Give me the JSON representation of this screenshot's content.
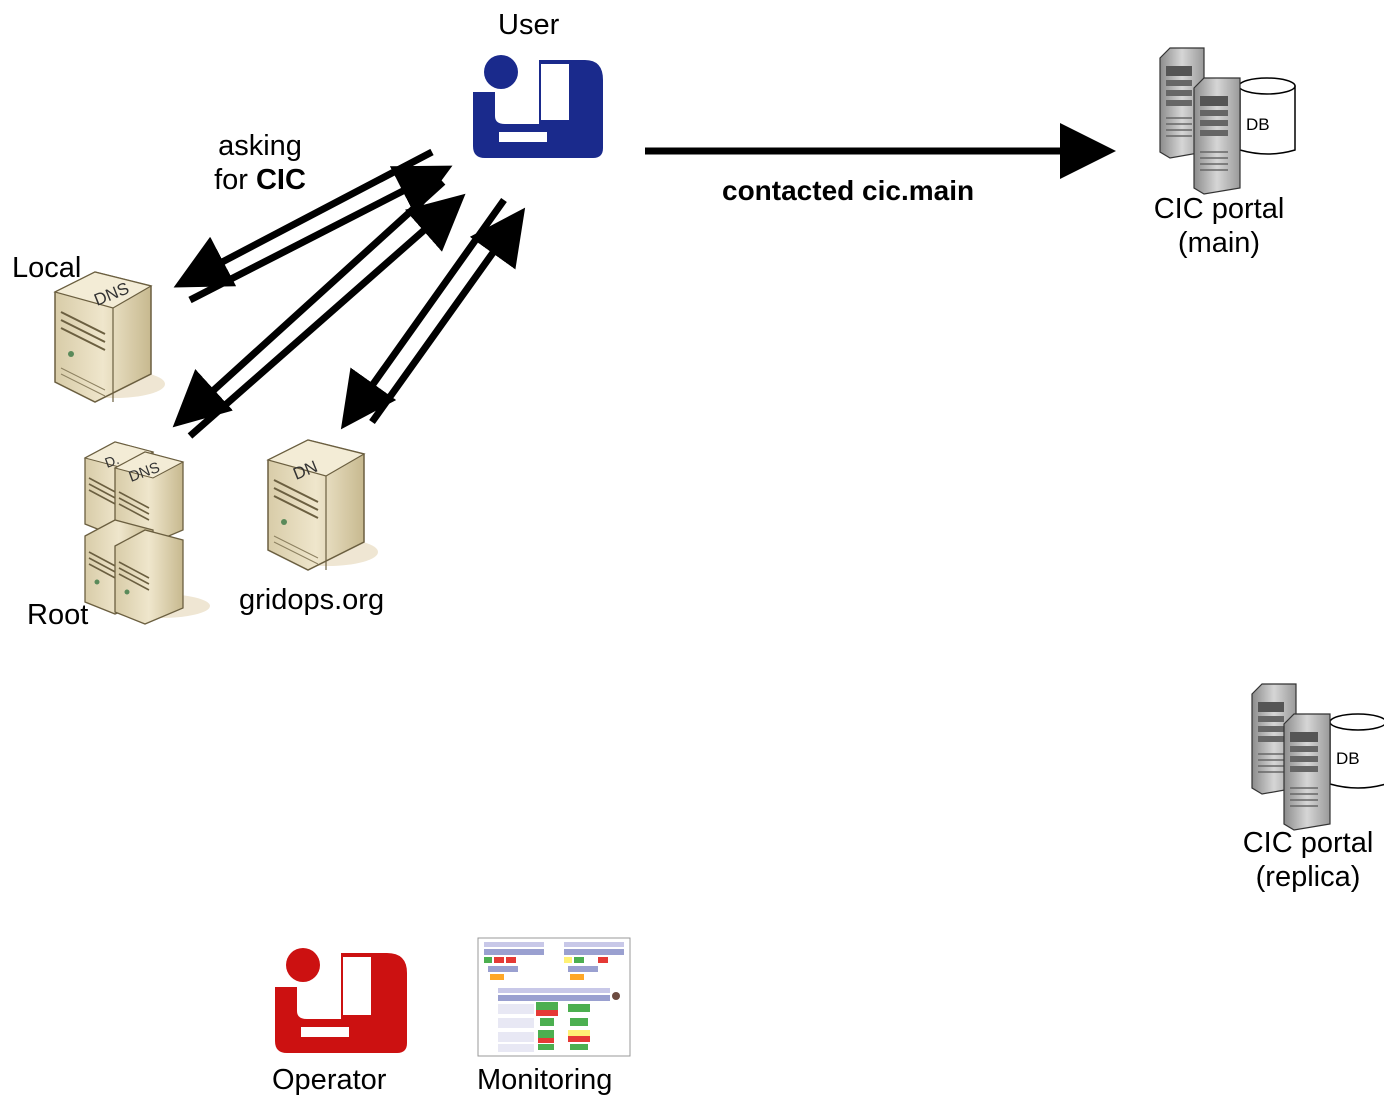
{
  "labels": {
    "user": "User",
    "asking_line1": "asking",
    "asking_for": "for ",
    "asking_cic": "CIC",
    "contacted": "contacted cic.main",
    "local": "Local",
    "root": "Root",
    "gridops": "gridops.org",
    "portal_main_line1": "CIC portal",
    "portal_main_line2": "(main)",
    "portal_replica_line1": "CIC portal",
    "portal_replica_line2": "(replica)",
    "operator": "Operator",
    "monitoring": "Monitoring"
  },
  "icon_text": {
    "dns": "DNS",
    "db": "DB"
  },
  "colors": {
    "user_icon": "#1a2a8c",
    "operator_icon": "#cc1111",
    "server_beige": "#e6dcc0",
    "server_gray": "#b8b8b8",
    "arrow": "#000000"
  }
}
